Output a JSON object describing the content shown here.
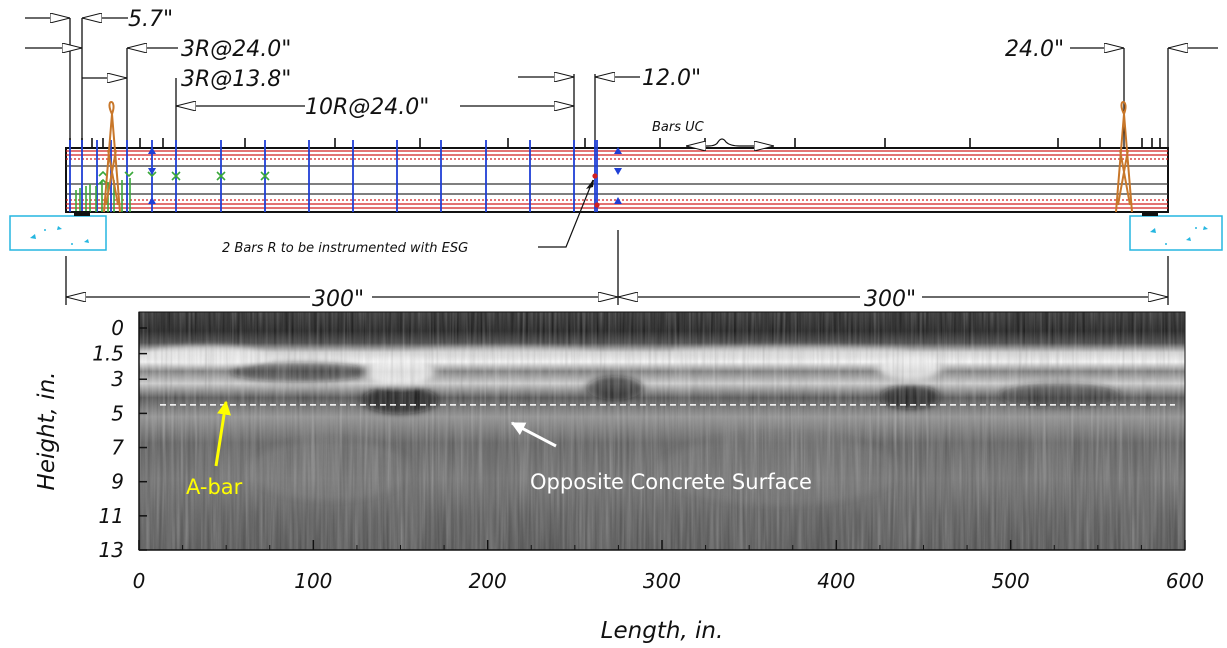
{
  "drawing": {
    "dimensions": {
      "d1": "5.7\"",
      "d2": "3R@24.0\"",
      "d3": "3R@13.8\"",
      "d4": "10R@24.0\"",
      "d5": "12.0\"",
      "d6": "24.0\"",
      "span_left": "300\"",
      "span_right": "300\""
    },
    "notes": {
      "bars_uc": "Bars UC",
      "esg_note": "2 Bars R to be instrumented with ESG"
    },
    "colors": {
      "stirrup": "#1f3fd6",
      "longitudinal": "#d22020",
      "loop": "#c8772a",
      "green_bar": "#3aa83a",
      "support": "#25b6e0"
    }
  },
  "chart_data": {
    "type": "heatmap",
    "xlabel": "Length, in.",
    "ylabel": "Height, in.",
    "xlim": [
      0,
      600
    ],
    "ylim": [
      0,
      13
    ],
    "y_inverted": true,
    "xticks": [
      "0",
      "100",
      "200",
      "300",
      "400",
      "500",
      "600"
    ],
    "yticks": [
      "0",
      "1.5",
      "3",
      "5",
      "7",
      "9",
      "11",
      "13"
    ],
    "ytick_values": [
      0,
      1.5,
      3,
      5,
      7,
      9,
      11,
      13
    ],
    "colormap": "grayscale GPR B-scan",
    "reference_line": {
      "y": 4.5,
      "style": "dashed",
      "color": "#ffffff"
    },
    "annotations": [
      {
        "text": "A-bar",
        "color": "#ffff00",
        "x": 48,
        "y": 4.5
      },
      {
        "text": "Opposite Concrete Surface",
        "color": "#ffffff",
        "x": 215,
        "y": 5.5
      }
    ]
  }
}
